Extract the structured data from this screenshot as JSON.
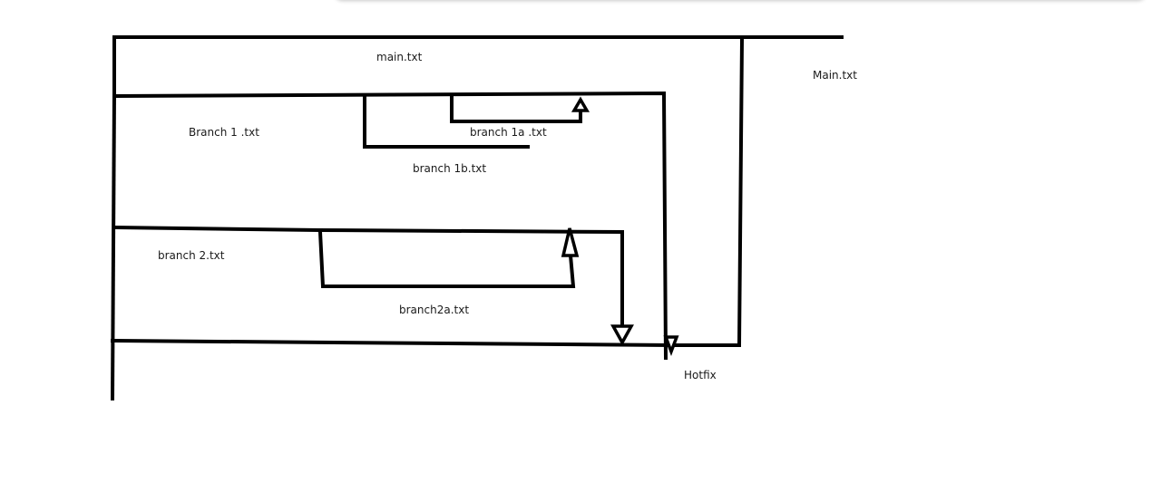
{
  "labels": {
    "main_inner": "main.txt",
    "main_outer": "Main.txt",
    "branch1": "Branch 1 .txt",
    "branch1a": "branch 1a .txt",
    "branch1b": "branch 1b.txt",
    "branch2": "branch 2.txt",
    "branch2a": "branch2a.txt",
    "hotfix": "Hotfix"
  },
  "colors": {
    "line": "#000000",
    "background": "#ffffff",
    "text": "#1a1a1a"
  }
}
